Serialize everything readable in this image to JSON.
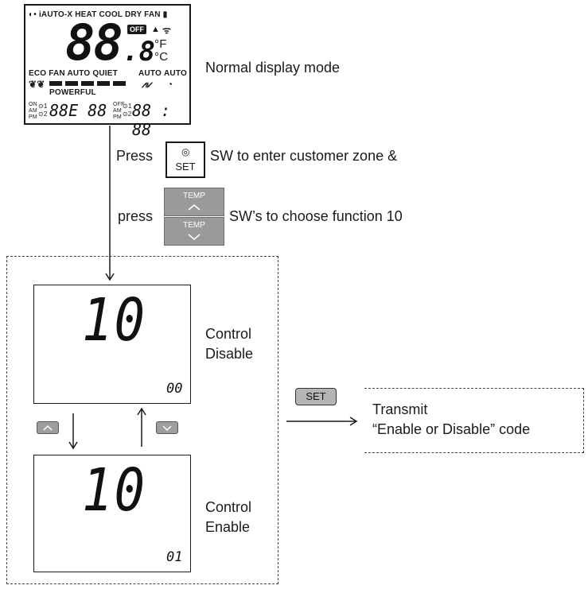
{
  "top_display": {
    "mode_row": "iAUTO-X HEAT COOL DRY FAN",
    "off_badge": "OFF",
    "temp_digits": "88",
    "temp_decimal": ".8",
    "unit_f": "°F",
    "unit_c": "°C",
    "row2": "ECO  FAN AUTO QUIET",
    "auto1": "AUTO",
    "auto2": "AUTO",
    "powerful": "POWERFUL",
    "on_label": "ON",
    "am_pm_1": "AM",
    "pm_1": "PM",
    "timer_digits_1": "88E 88",
    "off_label": "OFF",
    "am_2": "AM",
    "pm_2": "PM",
    "timer_digits_2": "88 : 88",
    "circle1": "⊙1",
    "circle2": "⊙2"
  },
  "normal_display_label": "Normal display mode",
  "step1": {
    "prefix": "Press",
    "button": "SET",
    "suffix": "SW to enter customer zone &"
  },
  "step2": {
    "prefix": "press",
    "temp_up": "TEMP",
    "temp_down": "TEMP",
    "suffix": "SW’s to choose function 10"
  },
  "screen_disable": {
    "code": "10",
    "sub": "00",
    "label_line1": "Control",
    "label_line2": "Disable"
  },
  "screen_enable": {
    "code": "10",
    "sub": "01",
    "label_line1": "Control",
    "label_line2": "Enable"
  },
  "set_button": "SET",
  "transmit": {
    "line1": "Transmit",
    "line2": "“Enable or Disable” code"
  }
}
